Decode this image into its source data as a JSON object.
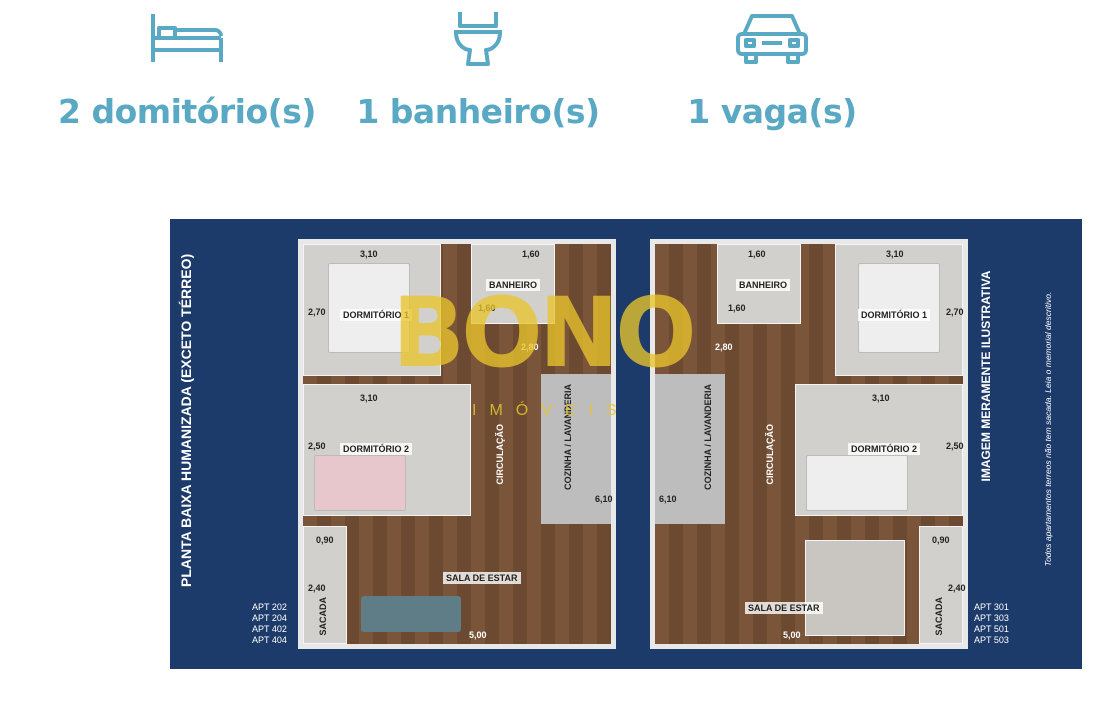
{
  "features": [
    {
      "icon": "bed-icon",
      "label": "2 domitório(s)"
    },
    {
      "icon": "toilet-icon",
      "label": "1 banheiro(s)"
    },
    {
      "icon": "car-icon",
      "label": "1 vaga(s)"
    }
  ],
  "accent_color": "#5aa9c4",
  "panel_color": "#1d3b6a",
  "floorplan": {
    "title_left": "PLANTA BAIXA HUMANIZADA (EXCETO TÉRREO)",
    "title_right": "IMAGEM MERAMENTE ILUSTRATIVA",
    "note": "Todos apartamentos terreos não tem sacada. Leia o memorial descritivo.",
    "apts_left": [
      "APT 202",
      "APT 204",
      "APT 402",
      "APT 404"
    ],
    "apts_right": [
      "APT 301",
      "APT 303",
      "APT 501",
      "APT 503"
    ],
    "rooms": {
      "dorm1": "DORMITÓRIO 1",
      "dorm2": "DORMITÓRIO 2",
      "banheiro": "BANHEIRO",
      "circulacao": "CIRCULAÇÃO",
      "cozinha": "COZINHA / LAVANDERIA",
      "sala": "SALA DE ESTAR",
      "sacada": "SACADA"
    },
    "dims": {
      "d310": "3,10",
      "d160": "1,60",
      "d270": "2,70",
      "d280": "2,80",
      "d250": "2,50",
      "d610": "6,10",
      "d090": "0,90",
      "d240": "2,40",
      "d500": "5,00"
    }
  },
  "watermark": {
    "main": "BONO",
    "sub": "IMÓVEIS"
  }
}
